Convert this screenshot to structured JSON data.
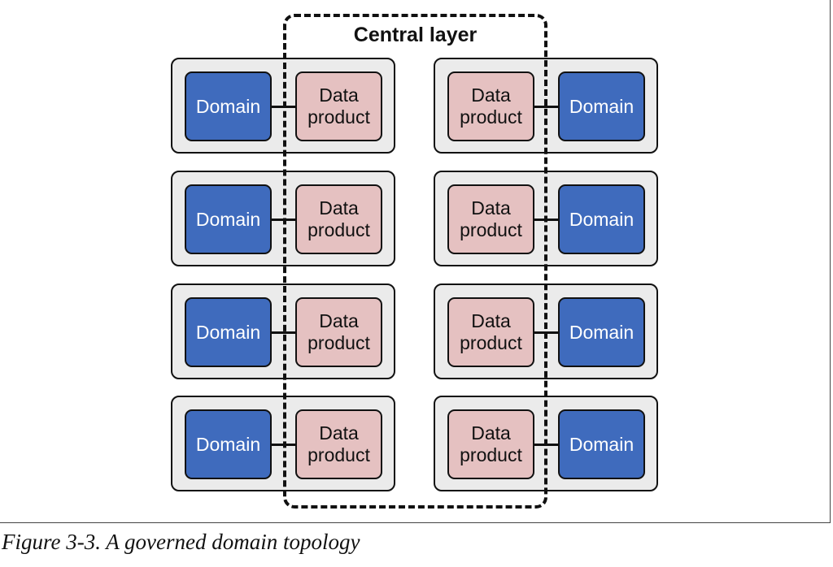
{
  "central_layer": {
    "label": "Central layer"
  },
  "rows": [
    {
      "left": {
        "domain": "Domain",
        "product_line1": "Data",
        "product_line2": "product"
      },
      "right": {
        "domain": "Domain",
        "product_line1": "Data",
        "product_line2": "product"
      }
    },
    {
      "left": {
        "domain": "Domain",
        "product_line1": "Data",
        "product_line2": "product"
      },
      "right": {
        "domain": "Domain",
        "product_line1": "Data",
        "product_line2": "product"
      }
    },
    {
      "left": {
        "domain": "Domain",
        "product_line1": "Data",
        "product_line2": "product"
      },
      "right": {
        "domain": "Domain",
        "product_line1": "Data",
        "product_line2": "product"
      }
    },
    {
      "left": {
        "domain": "Domain",
        "product_line1": "Data",
        "product_line2": "product"
      },
      "right": {
        "domain": "Domain",
        "product_line1": "Data",
        "product_line2": "product"
      }
    }
  ],
  "colors": {
    "domain_fill": "#3f6bbd",
    "product_fill": "#e5c1c1",
    "group_fill": "#ebebeb"
  },
  "caption": "Figure 3-3. A governed domain topology"
}
